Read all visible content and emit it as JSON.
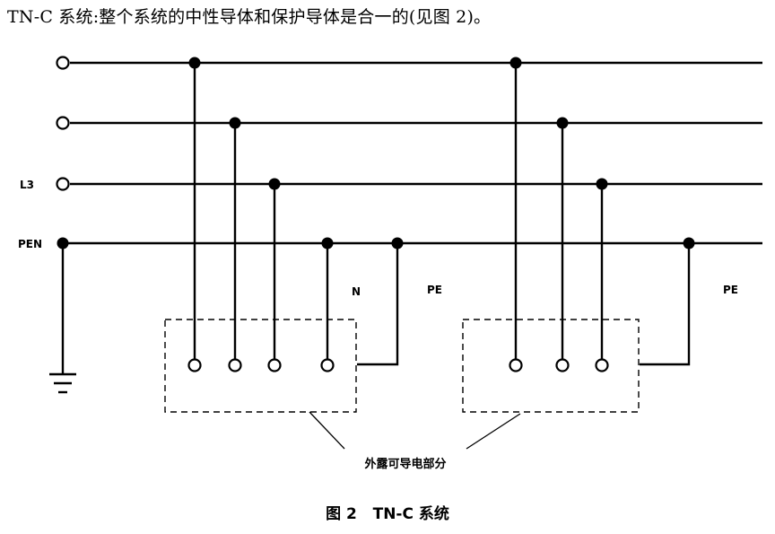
{
  "heading": "TN-C 系统:整个系统的中性导体和保护导体是合一的(见图 2)。",
  "labels": {
    "l3": "L3",
    "pen": "PEN",
    "n": "N",
    "pe_left": "PE",
    "pe_right": "PE",
    "exposed_parts": "外露可导电部分"
  },
  "caption": "图 2   TN-C 系统"
}
